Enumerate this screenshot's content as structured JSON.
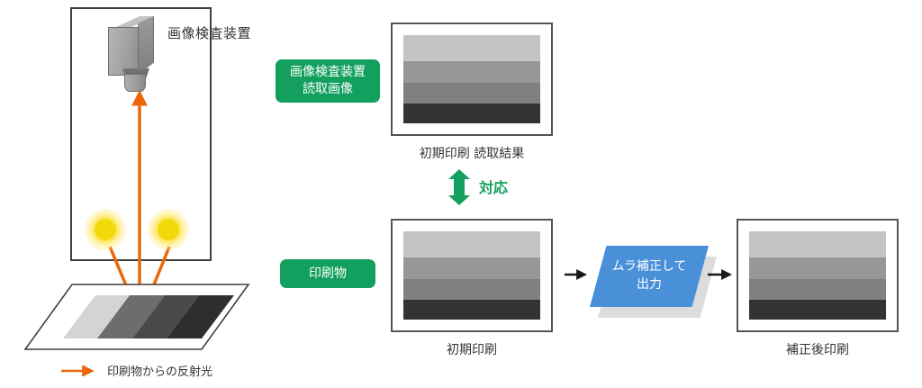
{
  "diagram": {
    "left_panel": {
      "device_label": "画像検査装置",
      "enclosure_name": "inspection-enclosure",
      "legend": {
        "text": "印刷物からの反射光",
        "arrow_color": "#ec6608"
      },
      "lamp_color": "#f2d90c",
      "ray_color": "#ec6608",
      "paper": {
        "bands": [
          "#d4d4d4",
          "#6d6d6d",
          "#4a4a4a",
          "#2e2e2e"
        ],
        "outline_color": "#3f3f3f"
      }
    },
    "chips": {
      "scan": {
        "line1": "画像検査装置",
        "line2": "読取画像"
      },
      "print": {
        "line1": "印刷物"
      },
      "color": "#13a05f"
    },
    "samples": {
      "band_colors": [
        "#c4c4c4",
        "#979797",
        "#808080",
        "#333333"
      ],
      "band_heights": [
        30,
        24,
        24,
        22
      ],
      "scan": {
        "caption": "初期印刷 読取結果"
      },
      "print": {
        "caption": "初期印刷"
      },
      "result": {
        "caption": "補正後印刷"
      }
    },
    "correspondence": {
      "label": "対応",
      "color": "#13a05f",
      "arrow": "double-vertical"
    },
    "process": {
      "line1": "ムラ補正して",
      "line2": "出力",
      "color": "#4a90d9",
      "shadow_color": "#dcdcdc",
      "flow_arrow_color": "#1a1a1a"
    }
  }
}
